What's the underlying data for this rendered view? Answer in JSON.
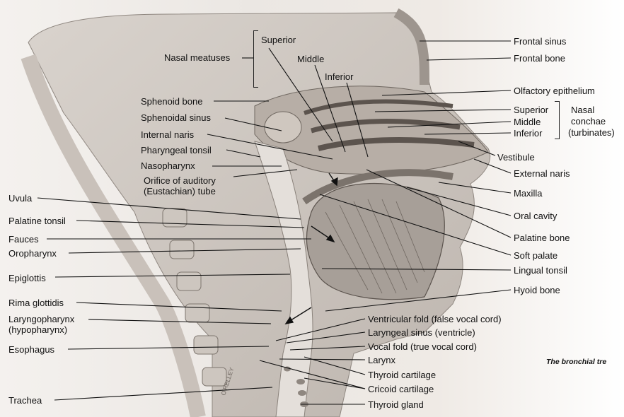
{
  "labels": {
    "superior_meatus": "Superior",
    "nasal_meatuses": "Nasal meatuses",
    "middle_meatus": "Middle",
    "inferior_meatus": "Inferior",
    "sphenoid_bone": "Sphenoid bone",
    "sphenoidal_sinus": "Sphenoidal sinus",
    "internal_naris": "Internal naris",
    "pharyngeal_tonsil": "Pharyngeal tonsil",
    "nasopharynx": "Nasopharynx",
    "orifice_auditory": "Orifice of auditory",
    "eustachian_tube": "(Eustachian) tube",
    "uvula": "Uvula",
    "palatine_tonsil": "Palatine tonsil",
    "fauces": "Fauces",
    "oropharynx": "Oropharynx",
    "epiglottis": "Epiglottis",
    "rima_glottidis": "Rima glottidis",
    "laryngopharynx": "Laryngopharynx",
    "hypopharynx": "(hypopharynx)",
    "esophagus": "Esophagus",
    "trachea": "Trachea",
    "frontal_sinus": "Frontal sinus",
    "frontal_bone": "Frontal bone",
    "olfactory_epithelium": "Olfactory epithelium",
    "superior_concha": "Superior",
    "middle_concha": "Middle",
    "inferior_concha": "Inferior",
    "nasal": "Nasal",
    "conchae": "conchae",
    "turbinates": "(turbinates)",
    "vestibule": "Vestibule",
    "external_naris": "External naris",
    "maxilla": "Maxilla",
    "oral_cavity": "Oral cavity",
    "palatine_bone": "Palatine bone",
    "soft_palate": "Soft palate",
    "lingual_tonsil": "Lingual tonsil",
    "hyoid_bone": "Hyoid bone",
    "ventricular_fold": "Ventricular fold (false vocal cord)",
    "laryngeal_sinus": "Laryngeal sinus (ventricle)",
    "vocal_fold": "Vocal fold (true vocal cord)",
    "larynx": "Larynx",
    "thyroid_cartilage": "Thyroid cartilage",
    "cricoid_cartilage": "Cricoid cartilage",
    "thyroid_gland": "Thyroid gland"
  },
  "artist_signature": "O'RELLEY",
  "caption": "The bronchial tre"
}
